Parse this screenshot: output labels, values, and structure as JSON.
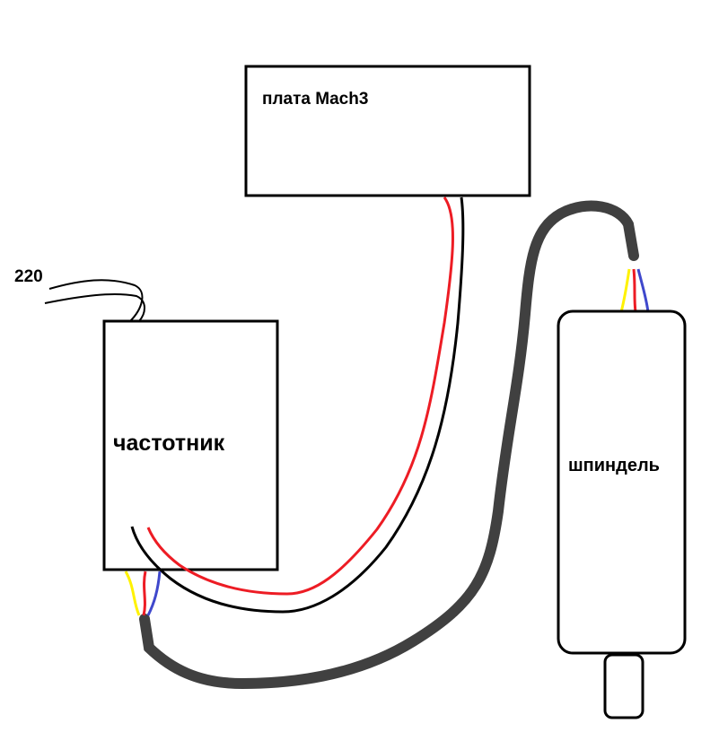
{
  "labels": {
    "mach3_board": "плата Mach3",
    "power": "220",
    "vfd": "частотник",
    "spindle": "шпиндель"
  },
  "colors": {
    "line": "#000000",
    "cable": "#404040",
    "wire_red": "#ed1c24",
    "wire_yellow": "#fff200",
    "wire_blue": "#3f48cc"
  }
}
